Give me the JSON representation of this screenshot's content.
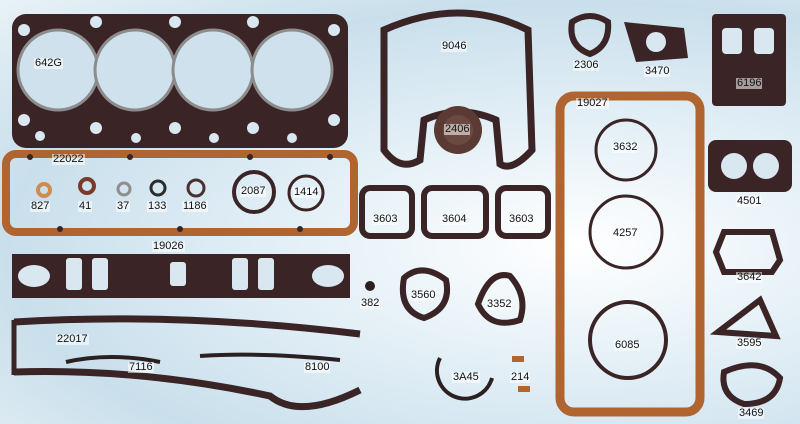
{
  "colors": {
    "gasket_dark": "#3a2426",
    "gasket_mid": "#5b3a34",
    "cork": "#b0642f",
    "cork_light": "#cf8a4f",
    "background": "#e3eef5"
  },
  "parts": {
    "head_gasket": "642G",
    "valve_cover": "22022",
    "seal_827": "827",
    "seal_41": "41",
    "seal_37": "37",
    "seal_133": "133",
    "seal_1186": "1186",
    "ring_2087": "2087",
    "ring_1414": "1414",
    "timing_cover": "9046",
    "seal_2406": "2406",
    "fuel_pump": "2306",
    "egr_3470": "3470",
    "carb_6196": "6196",
    "oil_pan_19027": "19027",
    "ring_3632": "3632",
    "ring_4257": "4257",
    "ring_6085": "6085",
    "carb_4501": "4501",
    "thermostat_3642": "3642",
    "mount_3595": "3595",
    "gasket_3469": "3469",
    "intake_19026": "19026",
    "plug_382": "382",
    "plate_3603_left": "3603",
    "plate_3604": "3604",
    "plate_3603_right": "3603",
    "flange_3560": "3560",
    "flange_3352": "3352",
    "oil_pan_22017": "22017",
    "seal_strip_7116": "7116",
    "seal_strip_8100": "8100",
    "seal_3a45": "3A45",
    "pieces_214": "214"
  }
}
